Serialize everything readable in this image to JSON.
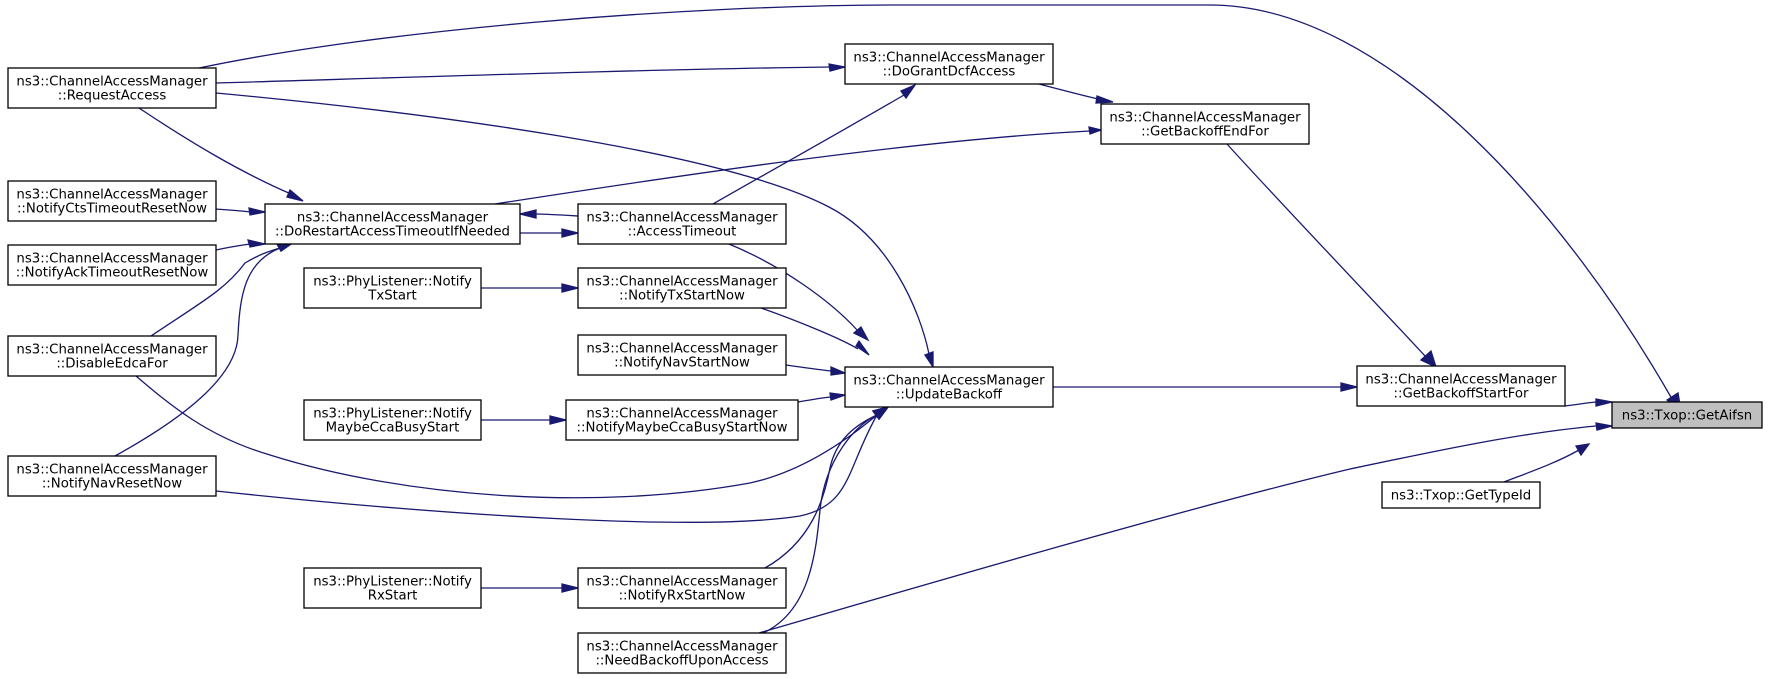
{
  "nodes": {
    "getaifsn": {
      "lines": [
        "ns3::Txop::GetAifsn"
      ]
    },
    "gettypeid": {
      "lines": [
        "ns3::Txop::GetTypeId"
      ]
    },
    "getbackoffstartfor": {
      "lines": [
        "ns3::ChannelAccessManager",
        "::GetBackoffStartFor"
      ]
    },
    "getbackoffendfor": {
      "lines": [
        "ns3::ChannelAccessManager",
        "::GetBackoffEndFor"
      ]
    },
    "dograntdcfaccess": {
      "lines": [
        "ns3::ChannelAccessManager",
        "::DoGrantDcfAccess"
      ]
    },
    "updatebackoff": {
      "lines": [
        "ns3::ChannelAccessManager",
        "::UpdateBackoff"
      ]
    },
    "accesstimeout": {
      "lines": [
        "ns3::ChannelAccessManager",
        "::AccessTimeout"
      ]
    },
    "notifytxstartnow": {
      "lines": [
        "ns3::ChannelAccessManager",
        "::NotifyTxStartNow"
      ]
    },
    "notifynavstartnow": {
      "lines": [
        "ns3::ChannelAccessManager",
        "::NotifyNavStartNow"
      ]
    },
    "notifymaybeccabusystartnow": {
      "lines": [
        "ns3::ChannelAccessManager",
        "::NotifyMaybeCcaBusyStartNow"
      ]
    },
    "notifyrxstartnow": {
      "lines": [
        "ns3::ChannelAccessManager",
        "::NotifyRxStartNow"
      ]
    },
    "needbackoffuponaccess": {
      "lines": [
        "ns3::ChannelAccessManager",
        "::NeedBackoffUponAccess"
      ]
    },
    "dorestartaccesstimeoutifneeded": {
      "lines": [
        "ns3::ChannelAccessManager",
        "::DoRestartAccessTimeoutIfNeeded"
      ]
    },
    "phy_txstart": {
      "lines": [
        "ns3::PhyListener::Notify",
        "TxStart"
      ]
    },
    "phy_maybeccabusystart": {
      "lines": [
        "ns3::PhyListener::Notify",
        "MaybeCcaBusyStart"
      ]
    },
    "phy_rxstart": {
      "lines": [
        "ns3::PhyListener::Notify",
        "RxStart"
      ]
    },
    "requestaccess": {
      "lines": [
        "ns3::ChannelAccessManager",
        "::RequestAccess"
      ]
    },
    "notifyctstimeoutresetnow": {
      "lines": [
        "ns3::ChannelAccessManager",
        "::NotifyCtsTimeoutResetNow"
      ]
    },
    "notifyacktimeoutresetnow": {
      "lines": [
        "ns3::ChannelAccessManager",
        "::NotifyAckTimeoutResetNow"
      ]
    },
    "disableedcafor": {
      "lines": [
        "ns3::ChannelAccessManager",
        "::DisableEdcaFor"
      ]
    },
    "notifynavresetnow": {
      "lines": [
        "ns3::ChannelAccessManager",
        "::NotifyNavResetNow"
      ]
    }
  },
  "edges": [
    {
      "from": "gettypeid",
      "to": "getaifsn"
    },
    {
      "from": "getbackoffstartfor",
      "to": "getaifsn"
    },
    {
      "from": "getbackoffendfor",
      "to": "getbackoffstartfor"
    },
    {
      "from": "dograntdcfaccess",
      "to": "getbackoffendfor"
    },
    {
      "from": "dorestartaccesstimeoutifneeded",
      "to": "getbackoffendfor"
    },
    {
      "from": "requestaccess",
      "to": "getaifsn"
    },
    {
      "from": "needbackoffuponaccess",
      "to": "getaifsn"
    },
    {
      "from": "updatebackoff",
      "to": "getbackoffstartfor"
    },
    {
      "from": "requestaccess",
      "to": "dograntdcfaccess"
    },
    {
      "from": "accesstimeout",
      "to": "dograntdcfaccess"
    },
    {
      "from": "requestaccess",
      "to": "updatebackoff"
    },
    {
      "from": "accesstimeout",
      "to": "updatebackoff"
    },
    {
      "from": "notifytxstartnow",
      "to": "updatebackoff"
    },
    {
      "from": "notifynavstartnow",
      "to": "updatebackoff"
    },
    {
      "from": "notifymaybeccabusystartnow",
      "to": "updatebackoff"
    },
    {
      "from": "disableedcafor",
      "to": "updatebackoff"
    },
    {
      "from": "notifynavresetnow",
      "to": "updatebackoff"
    },
    {
      "from": "notifyrxstartnow",
      "to": "updatebackoff"
    },
    {
      "from": "needbackoffuponaccess",
      "to": "updatebackoff"
    },
    {
      "from": "accesstimeout",
      "to": "dorestartaccesstimeoutifneeded"
    },
    {
      "from": "dorestartaccesstimeoutifneeded",
      "to": "accesstimeout"
    },
    {
      "from": "requestaccess",
      "to": "dorestartaccesstimeoutifneeded"
    },
    {
      "from": "notifyctstimeoutresetnow",
      "to": "dorestartaccesstimeoutifneeded"
    },
    {
      "from": "notifyacktimeoutresetnow",
      "to": "dorestartaccesstimeoutifneeded"
    },
    {
      "from": "disableedcafor",
      "to": "dorestartaccesstimeoutifneeded"
    },
    {
      "from": "notifynavresetnow",
      "to": "dorestartaccesstimeoutifneeded"
    },
    {
      "from": "phy_txstart",
      "to": "notifytxstartnow"
    },
    {
      "from": "phy_maybeccabusystart",
      "to": "notifymaybeccabusystartnow"
    },
    {
      "from": "phy_rxstart",
      "to": "notifyrxstartnow"
    }
  ]
}
